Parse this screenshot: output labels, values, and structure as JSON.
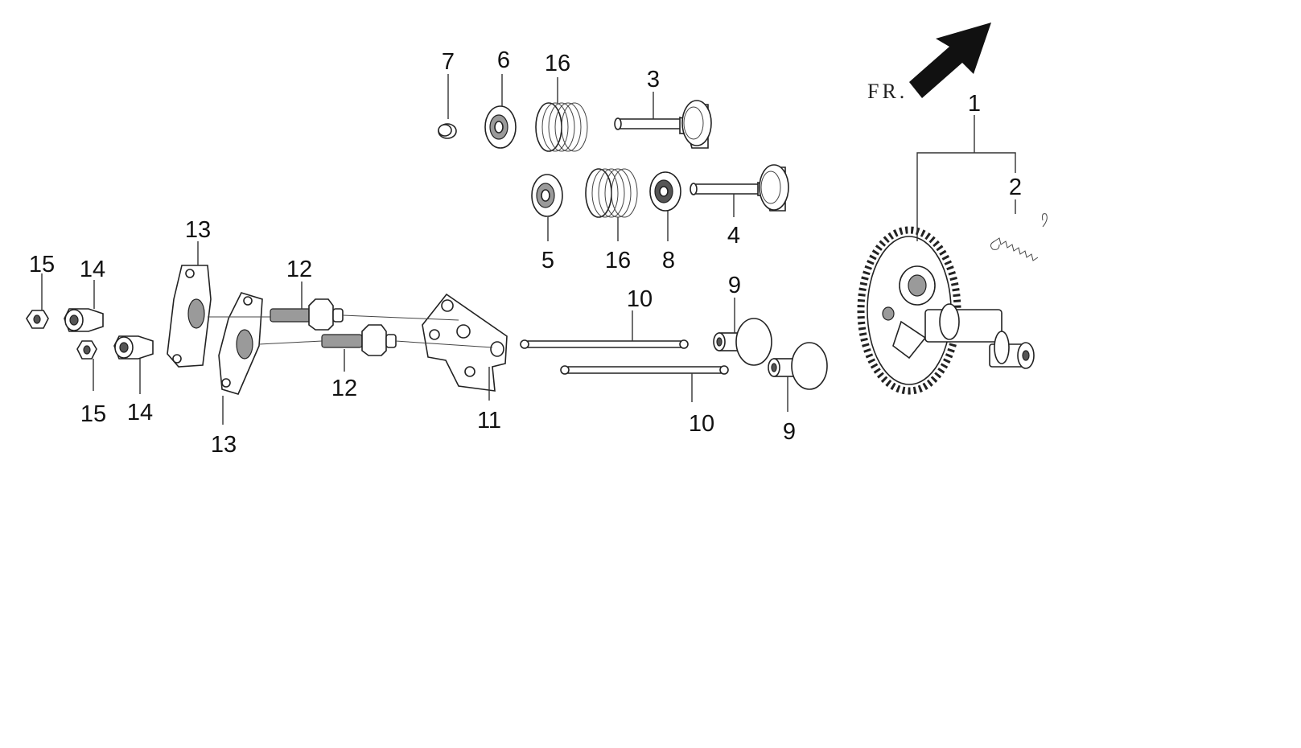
{
  "direction_label": "FR.",
  "callouts": {
    "c1": "1",
    "c2": "2",
    "c3": "3",
    "c4": "4",
    "c5": "5",
    "c6": "6",
    "c7": "7",
    "c8": "8",
    "c9a": "9",
    "c9b": "9",
    "c10a": "10",
    "c10b": "10",
    "c11": "11",
    "c12a": "12",
    "c12b": "12",
    "c13a": "13",
    "c13b": "13",
    "c14a": "14",
    "c14b": "14",
    "c15a": "15",
    "c15b": "15",
    "c16a": "16",
    "c16b": "16"
  },
  "icons": {
    "front_arrow": "front-direction-arrow-icon"
  }
}
